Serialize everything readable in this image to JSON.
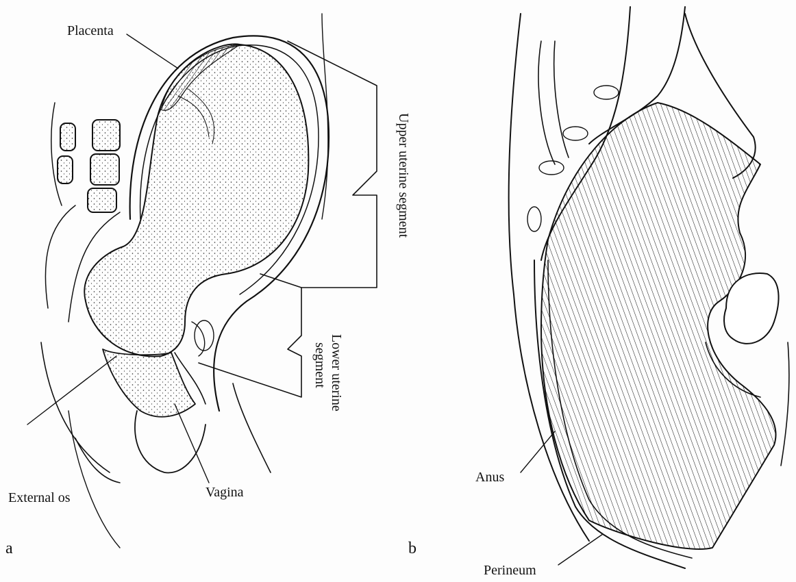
{
  "panel_a": {
    "letter": "a",
    "labels": {
      "placenta": "Placenta",
      "upper_segment": "Upper uterine segment",
      "lower_segment_line1": "Lower uterine",
      "lower_segment_line2": "segment",
      "external_os": "External os",
      "vagina": "Vagina"
    }
  },
  "panel_b": {
    "letter": "b",
    "labels": {
      "anus": "Anus",
      "perineum": "Perineum"
    }
  }
}
